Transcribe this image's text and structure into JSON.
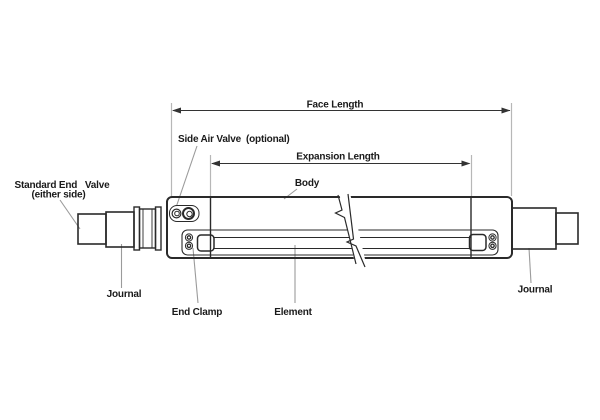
{
  "diagram": {
    "type": "technical-drawing",
    "subject": "air-expansion-shaft side view with part callouts",
    "dimensions": {
      "face_length": "Face Length",
      "expansion_length": "Expansion Length"
    },
    "labels": {
      "side_air_valve": "Side Air Valve",
      "side_air_valve_note": "(optional)",
      "body": "Body",
      "standard_end_valve": "Standard End   Valve",
      "standard_end_valve_note": "(either side)",
      "journal_left": "Journal",
      "journal_right": "Journal",
      "end_clamp": "End Clamp",
      "element": "Element"
    },
    "colors": {
      "outline": "#2a2a2a",
      "leader": "#9b9b9b",
      "extension": "#b7b7b7",
      "dimension": "#333333",
      "text": "#1a1a1a",
      "background": "#ffffff"
    }
  }
}
